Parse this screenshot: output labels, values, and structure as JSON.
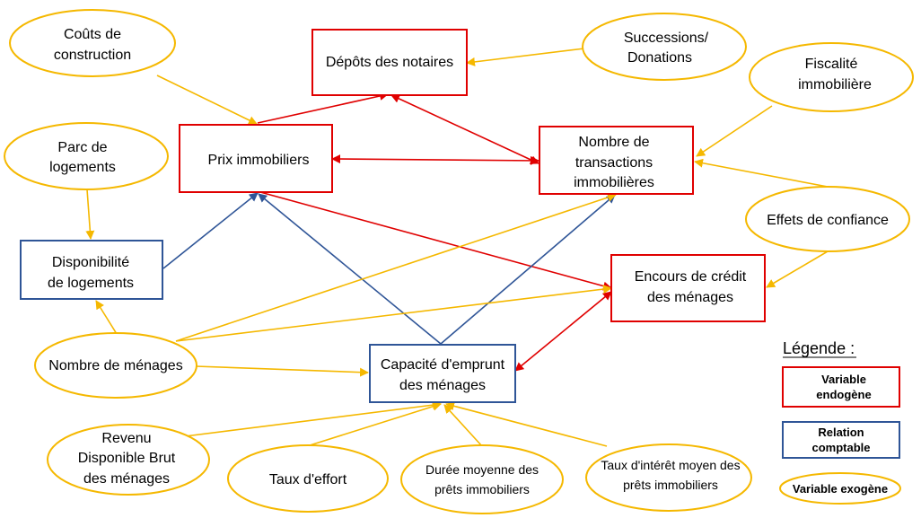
{
  "colors": {
    "endogenous": "#e00000",
    "accounting": "#2f5597",
    "exogenous": "#f5b800"
  },
  "nodes": {
    "depots_notaires": "Dépôts des notaires",
    "prix_immobiliers": "Prix immobiliers",
    "nombre_transactions": [
      "Nombre de",
      "transactions",
      "immobilières"
    ],
    "encours_credit": [
      "Encours de crédit",
      "des ménages"
    ],
    "disponibilite_logements": [
      "Disponibilité",
      "de logements"
    ],
    "capacite_emprunt": [
      "Capacité d'emprunt",
      "des ménages"
    ],
    "couts_construction": [
      "Coûts de",
      "construction"
    ],
    "successions_donations": [
      "Successions/",
      "Donations"
    ],
    "fiscalite_immobiliere": [
      "Fiscalité",
      "immobilière"
    ],
    "parc_logements": [
      "Parc de",
      "logements"
    ],
    "effets_confiance": "Effets de confiance",
    "nombre_menages": "Nombre de ménages",
    "revenu_disponible": [
      "Revenu",
      "Disponible Brut",
      "des ménages"
    ],
    "taux_effort": "Taux d'effort",
    "duree_prets": [
      "Durée moyenne des",
      "prêts immobiliers"
    ],
    "taux_interet": [
      "Taux d'intérêt moyen des",
      "prêts immobiliers"
    ]
  },
  "legend": {
    "title": "Légende :",
    "endogenous": [
      "Variable",
      "endogène"
    ],
    "accounting": [
      "Relation",
      "comptable"
    ],
    "exogenous": "Variable exogène"
  }
}
